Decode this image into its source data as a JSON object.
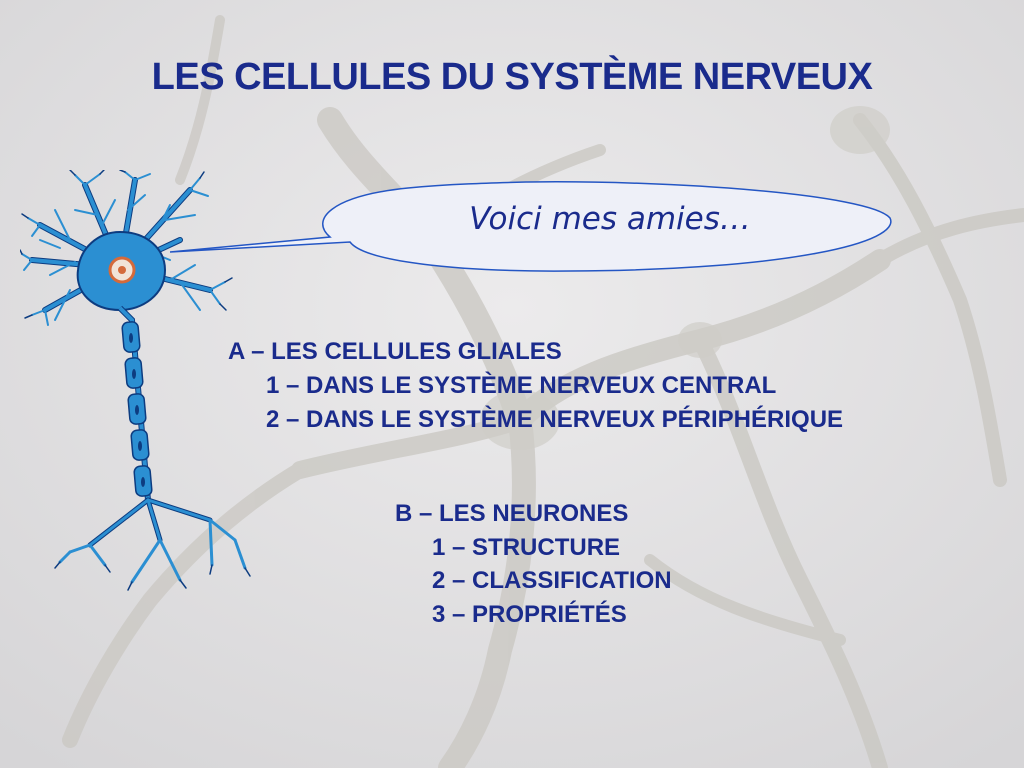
{
  "title": "LES CELLULES DU SYSTÈME NERVEUX",
  "speech_bubble": {
    "text": "Voici mes amies…"
  },
  "outline": {
    "section_a": {
      "heading": "A – LES CELLULES GLIALES",
      "items": [
        "1 – DANS LE SYSTÈME NERVEUX CENTRAL",
        "2 – DANS LE SYSTÈME NERVEUX PÉRIPHÉRIQUE"
      ]
    },
    "section_b": {
      "heading": "B – LES NEURONES",
      "items": [
        "1 – STRUCTURE",
        "2 – CLASSIFICATION",
        "3 – PROPRIÉTÉS"
      ]
    }
  },
  "colors": {
    "text": "#1a2b8c",
    "background": "#e3e2e4",
    "neuron": "#2b8fd2",
    "neuron_outline": "#0d3c80",
    "nucleus": "#d46a3b"
  },
  "icons": [
    "neuron-illustration",
    "speech-bubble",
    "background-neurons"
  ]
}
